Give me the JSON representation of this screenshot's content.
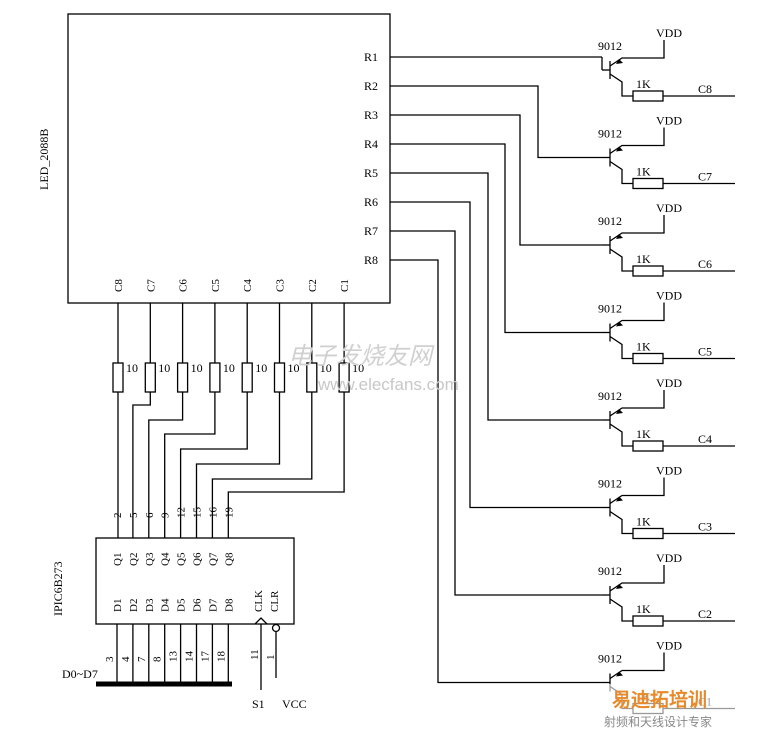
{
  "led": {
    "name": "LED_2088B",
    "rows": [
      "R1",
      "R2",
      "R3",
      "R4",
      "R5",
      "R6",
      "R7",
      "R8"
    ],
    "cols": [
      "C8",
      "C7",
      "C6",
      "C5",
      "C4",
      "C3",
      "C2",
      "C1"
    ]
  },
  "latch": {
    "name": "IPIC6B273",
    "q": [
      "Q1",
      "Q2",
      "Q3",
      "Q4",
      "Q5",
      "Q6",
      "Q7",
      "Q8"
    ],
    "d": [
      "D1",
      "D2",
      "D3",
      "D4",
      "D5",
      "D6",
      "D7",
      "D8"
    ],
    "q_pins": [
      "2",
      "5",
      "6",
      "9",
      "12",
      "15",
      "16",
      "19"
    ],
    "d_pins": [
      "3",
      "4",
      "7",
      "8",
      "13",
      "14",
      "17",
      "18"
    ],
    "clk": "CLK",
    "clr": "CLR",
    "clk_pin": "11",
    "clr_pin": "1"
  },
  "resistor_value": "10",
  "bus_label": "D0~D7",
  "s1": "S1",
  "vcc": "VCC",
  "drivers": [
    {
      "transistor": "9012",
      "supply": "VDD",
      "resistor": "1K",
      "col": "C8"
    },
    {
      "transistor": "9012",
      "supply": "VDD",
      "resistor": "1K",
      "col": "C7"
    },
    {
      "transistor": "9012",
      "supply": "VDD",
      "resistor": "1K",
      "col": "C6"
    },
    {
      "transistor": "9012",
      "supply": "VDD",
      "resistor": "1K",
      "col": "C5"
    },
    {
      "transistor": "9012",
      "supply": "VDD",
      "resistor": "1K",
      "col": "C4"
    },
    {
      "transistor": "9012",
      "supply": "VDD",
      "resistor": "1K",
      "col": "C3"
    },
    {
      "transistor": "9012",
      "supply": "VDD",
      "resistor": "1K",
      "col": "C2"
    },
    {
      "transistor": "9012",
      "supply": "VDD",
      "resistor": "1K",
      "col": "C1"
    }
  ],
  "watermark": {
    "cn": "电子发烧友网",
    "url": "www.elecfans.com",
    "brand": "易迪拓培训",
    "brand_sub": "射频和天线设计专家"
  }
}
